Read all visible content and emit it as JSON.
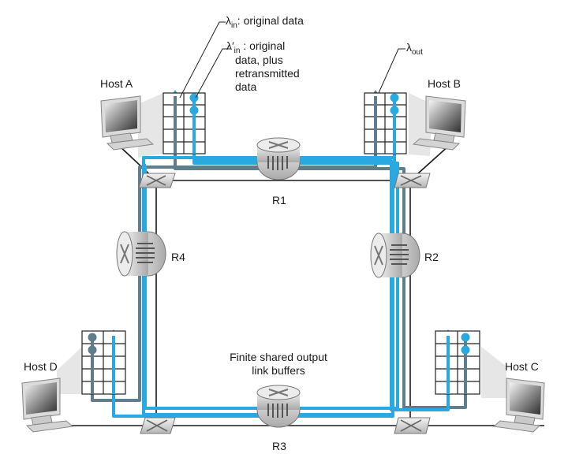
{
  "labels": {
    "lambda_in": "λ",
    "lambda_in_sub": "in",
    "lambda_in_text": ": original data",
    "lambda_in_prime": "λ′",
    "lambda_in_prime_sub": "in",
    "lambda_in_prime_line1": " : original",
    "lambda_in_prime_line2": "data, plus",
    "lambda_in_prime_line3": "retransmitted",
    "lambda_in_prime_line4": "data",
    "lambda_out": "λ",
    "lambda_out_sub": "out",
    "buffers_line1": "Finite shared output",
    "buffers_line2": "link buffers"
  },
  "hosts": {
    "a": "Host A",
    "b": "Host B",
    "c": "Host C",
    "d": "Host D"
  },
  "routers": {
    "r1": "R1",
    "r2": "R2",
    "r3": "R3",
    "r4": "R4"
  },
  "colors": {
    "blue": "#29a9df",
    "slate": "#5f7d8c",
    "wire": "#1a1a1a",
    "buffer_grid": "#222222",
    "shadow": "#e3e3e3"
  }
}
